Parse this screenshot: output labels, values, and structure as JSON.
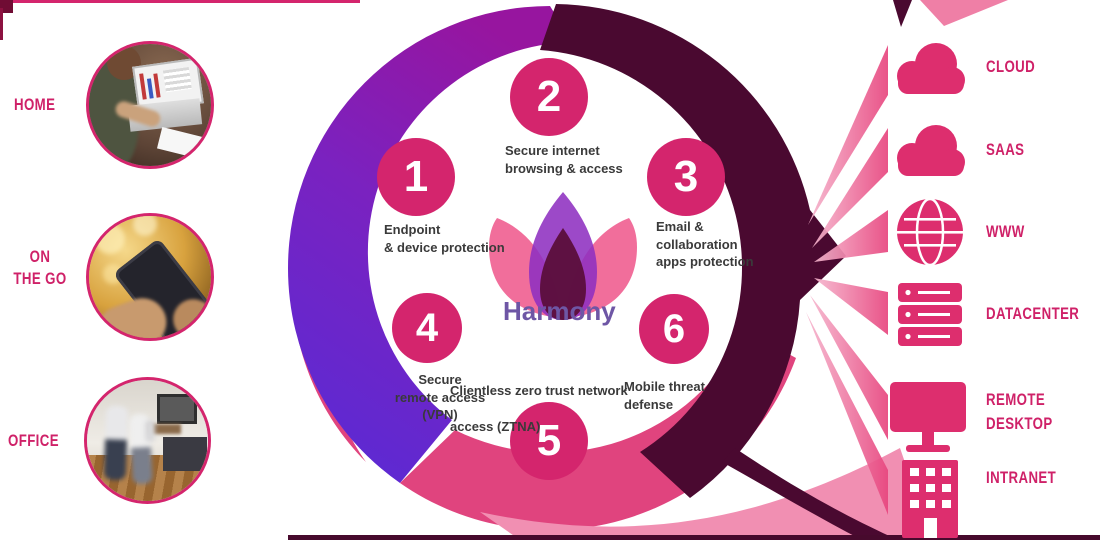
{
  "infographic": {
    "brand": {
      "name": "Harmony",
      "logo": "tulip-flower-icon"
    },
    "sources": [
      {
        "id": "home",
        "lines": [
          "HOME"
        ],
        "photo": "person-working-on-laptop"
      },
      {
        "id": "on-the-go",
        "lines": [
          "ON",
          "THE GO"
        ],
        "photo": "hand-holding-smartphone"
      },
      {
        "id": "office",
        "lines": [
          "OFFICE"
        ],
        "photo": "people-walking-in-office"
      }
    ],
    "steps": [
      {
        "number": "1",
        "lines": [
          "Endpoint",
          "& device protection"
        ]
      },
      {
        "number": "2",
        "lines": [
          "Secure internet",
          "browsing & access"
        ]
      },
      {
        "number": "3",
        "lines": [
          "Email &",
          "collaboration",
          "apps protection"
        ]
      },
      {
        "number": "4",
        "lines": [
          "Secure",
          "remote access",
          "(VPN)"
        ]
      },
      {
        "number": "5",
        "lines": [
          "Clientless zero trust network",
          "access (ZTNA)"
        ]
      },
      {
        "number": "6",
        "lines": [
          "Mobile threat",
          "defense"
        ]
      }
    ],
    "destinations": [
      {
        "lines": [
          "CLOUD"
        ],
        "icon": "cloud-icon"
      },
      {
        "lines": [
          "SAAS"
        ],
        "icon": "cloud-icon"
      },
      {
        "lines": [
          "WWW"
        ],
        "icon": "globe-icon"
      },
      {
        "lines": [
          "DATACENTER"
        ],
        "icon": "server-icon"
      },
      {
        "lines": [
          "REMOTE",
          "DESKTOP"
        ],
        "icon": "monitor-icon"
      },
      {
        "lines": [
          "INTRANET"
        ],
        "icon": "building-icon"
      }
    ],
    "colors": {
      "pink": "#d4256d",
      "light_pink": "#f18fb2",
      "dark_plum": "#4a0930",
      "purple": "#7a22b8",
      "label_gray": "#3a3a3a",
      "logo_purple": "#6e56a5"
    }
  }
}
